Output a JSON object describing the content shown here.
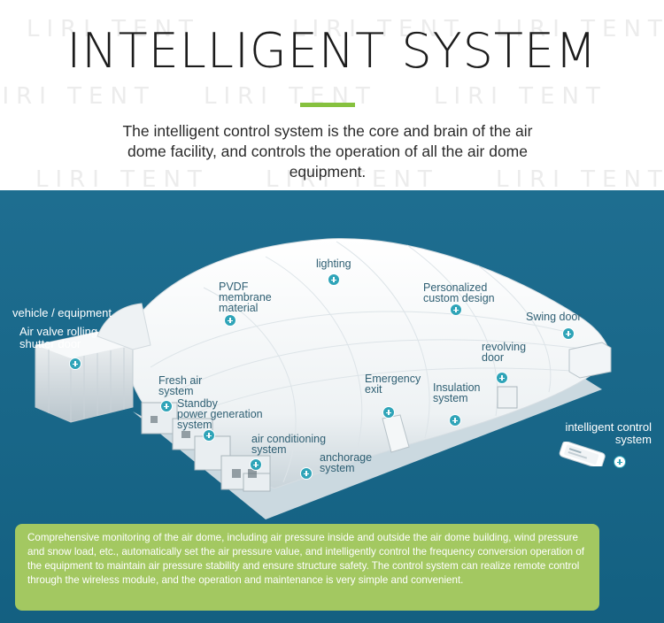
{
  "watermark": "LIRI TENT",
  "header": {
    "title": "INTELLIGENT SYSTEM",
    "intro": "The intelligent control system is the core and brain of the air dome facility, and controls the operation of all the air dome equipment."
  },
  "colors": {
    "accent": "#86c13e",
    "panel": "#15688c",
    "hotspot": "#2fa4b8",
    "info_box": "#a3c861"
  },
  "labels": {
    "lighting": "lighting",
    "pvdf": "PVDF\nmembrane\nmaterial",
    "personalized": "Personalized\ncustom design",
    "swing_door": "Swing door",
    "vehicle": "vehicle / equipment",
    "rolling_door": "Air valve rolling\nshutter door",
    "revolving": "revolving\ndoor",
    "fresh_air": "Fresh air\nsystem",
    "standby": "Standby\npower generation\nsystem",
    "emergency": "Emergency\nexit",
    "insulation": "Insulation\nsystem",
    "air_conditioning": "air conditioning\nsystem",
    "anchorage": "anchorage\nsystem",
    "intelligent_control": "intelligent control\nsystem"
  },
  "icons": {
    "hotspot": "plus-circle-icon",
    "phone": "smartphone-icon"
  },
  "info": "Comprehensive monitoring of the air dome, including air pressure inside and outside the air dome building, wind pressure and snow load, etc., automatically set the air pressure value, and intelligently control the frequency conversion operation of the equipment to maintain air pressure stability and ensure structure safety. The control system can realize remote control through the wireless module, and the operation and maintenance is very simple and convenient."
}
